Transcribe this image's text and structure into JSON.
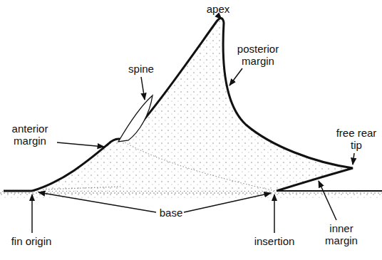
{
  "diagram": {
    "labels": [
      "apex",
      "posterior margin",
      "spine",
      "free rear tip",
      "anterior margin",
      "base",
      "fin origin",
      "insertion",
      "inner margin"
    ]
  }
}
